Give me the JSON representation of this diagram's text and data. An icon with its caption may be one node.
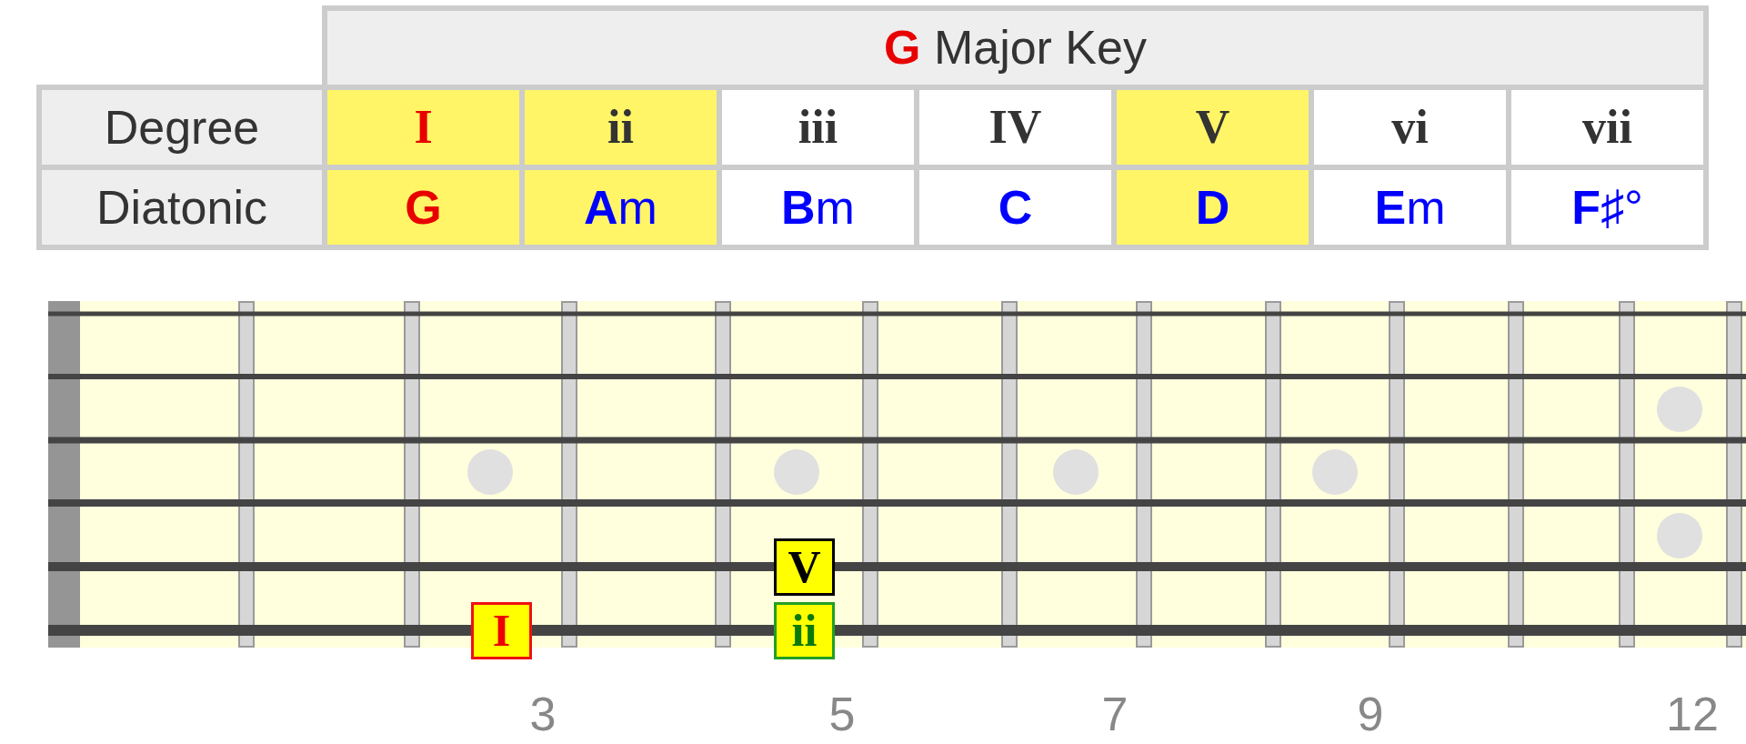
{
  "diagram": {
    "nodes": [
      {
        "text": [
          "V"
        ]
      },
      {
        "text": [
          "I"
        ]
      },
      {
        "text": [
          "ii"
        ]
      }
    ],
    "labels": [
      "**G** Major Key",
      "Degree",
      "I",
      "ii",
      "iii",
      "IV",
      "V",
      "vi",
      "vii",
      "Diatonic",
      "G",
      "**A**m",
      "**B**m",
      "C",
      "D",
      "**E**m",
      "**F**♯°",
      "3",
      "5",
      "7",
      "9",
      "12"
    ]
  }
}
